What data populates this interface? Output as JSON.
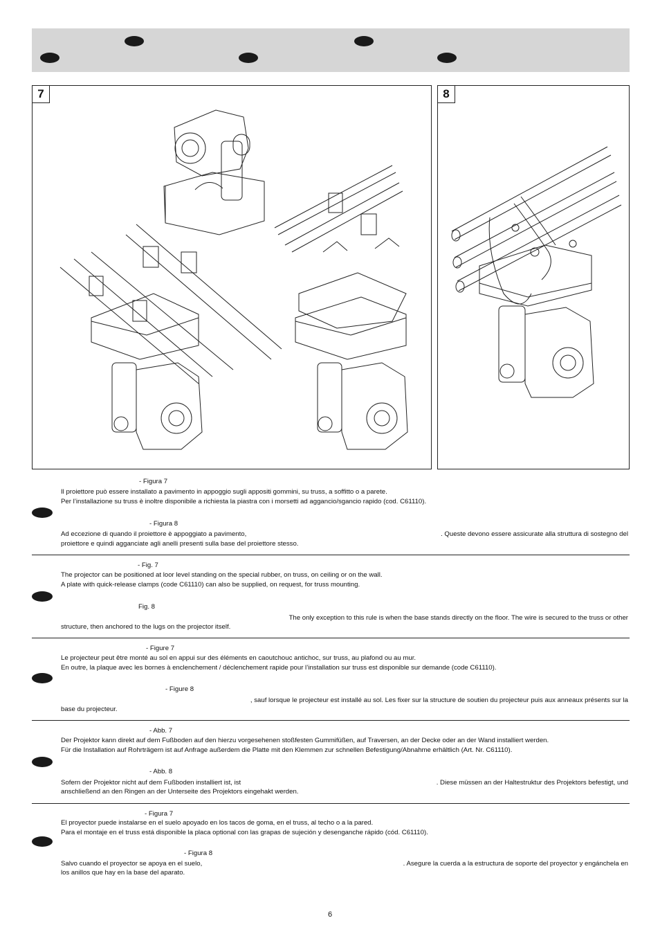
{
  "figures": [
    {
      "number": "7"
    },
    {
      "number": "8"
    }
  ],
  "sections": [
    {
      "ref1": "- Figura 7",
      "p1": [
        "Il proiettore può essere installato a pavimento in appoggio sugli appositi gommini, su truss, a soffitto o a parete.",
        "Per l’installazione su truss è inoltre disponibile a richiesta la piastra con i morsetti ad aggancio/sgancio rapido (cod. C61110)."
      ],
      "ref2": "- Figura 8",
      "p2a_left": "Ad eccezione di quando il proiettore è appoggiato a pavimento,",
      "p2a_right": ". Queste devono essere assicurate alla struttura di sostegno del",
      "p2b": "proiettore e quindi agganciate agli anelli presenti sulla base del proiettore stesso."
    },
    {
      "ref1": "- Fig. 7",
      "p1": [
        "The projector can be positioned at loor level standing on the special rubber, on truss, on ceiling or on the wall.",
        "A plate with quick-release clamps (code C61110) can also be supplied, on request, for truss mounting."
      ],
      "ref2": "Fig. 8",
      "p2a_left": "",
      "p2a_right": "The only exception to this rule is when the base stands directly on the floor. The wire is secured to the truss or other",
      "p2b": "structure, then anchored to the lugs on the projector itself."
    },
    {
      "ref1": "- Figure 7",
      "p1": [
        "Le projecteur peut être monté au sol en appui sur des éléments en caoutchouc antichoc, sur truss, au plafond ou au mur.",
        "En outre, la plaque avec les bornes à enclenchement / déclenchement rapide pour l’installation sur truss est disponible sur demande  (code C61110)."
      ],
      "ref2": "- Figure 8",
      "p2a_left": "",
      "p2a_right": ", sauf lorsque le projecteur est installé au sol. Les fixer sur la structure de soutien du projecteur puis aux anneaux présents sur la",
      "p2b": "base du projecteur."
    },
    {
      "ref1": "- Abb. 7",
      "p1": [
        "Der Projektor kann direkt auf dem Fußboden auf den hierzu vorgesehenen stoßfesten Gummifüßen, auf Traversen, an der Decke oder an der Wand installiert werden.",
        "Für die Installation auf Rohrträgern ist auf Anfrage außerdem die Platte mit den Klemmen zur schnellen Befestigung/Abnahme erhältlich  (Art. Nr. C61110)."
      ],
      "ref2": "- Abb. 8",
      "p2a_left": "Sofern der Projektor nicht auf dem Fußboden installiert ist, ist",
      "p2a_right": ". Diese müssen an der Haltestruktur des Projektors befestigt, und",
      "p2b": "anschließend an den Ringen an der Unterseite des Projektors eingehakt werden."
    },
    {
      "ref1": "- Figura 7",
      "p1": [
        "El proyector puede instalarse en el suelo apoyado en los tacos de goma, en el truss, al techo o a la pared.",
        "Para el montaje en el truss está disponible la placa optional con las grapas de sujeción y desenganche rápido (cód. C61110)."
      ],
      "ref2": "- Figura 8",
      "p2a_left": "Salvo cuando el proyector se apoya en el suelo,",
      "p2a_right": ". Asegure la cuerda a la estructura de soporte del proyector y engánchela en",
      "p2b": "los anillos que hay en la base del aparato."
    }
  ],
  "page_number": "6"
}
